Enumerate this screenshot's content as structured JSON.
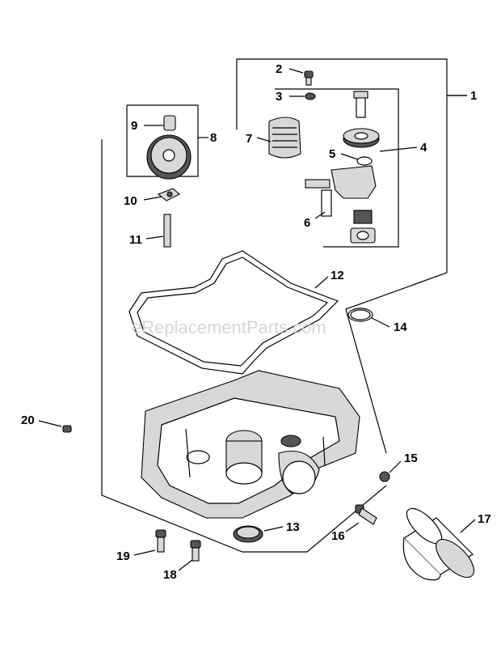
{
  "watermark": "eReplacementParts.com",
  "callouts": [
    {
      "id": "1",
      "text": "1"
    },
    {
      "id": "2",
      "text": "2"
    },
    {
      "id": "3",
      "text": "3"
    },
    {
      "id": "4",
      "text": "4"
    },
    {
      "id": "5",
      "text": "5"
    },
    {
      "id": "6",
      "text": "6"
    },
    {
      "id": "7",
      "text": "7"
    },
    {
      "id": "8",
      "text": "8"
    },
    {
      "id": "9",
      "text": "9"
    },
    {
      "id": "10",
      "text": "10"
    },
    {
      "id": "11",
      "text": "11"
    },
    {
      "id": "12",
      "text": "12"
    },
    {
      "id": "13",
      "text": "13"
    },
    {
      "id": "14",
      "text": "14"
    },
    {
      "id": "15",
      "text": "15"
    },
    {
      "id": "16",
      "text": "16"
    },
    {
      "id": "17",
      "text": "17"
    },
    {
      "id": "18",
      "text": "18"
    },
    {
      "id": "19",
      "text": "19"
    },
    {
      "id": "20",
      "text": "20"
    }
  ]
}
